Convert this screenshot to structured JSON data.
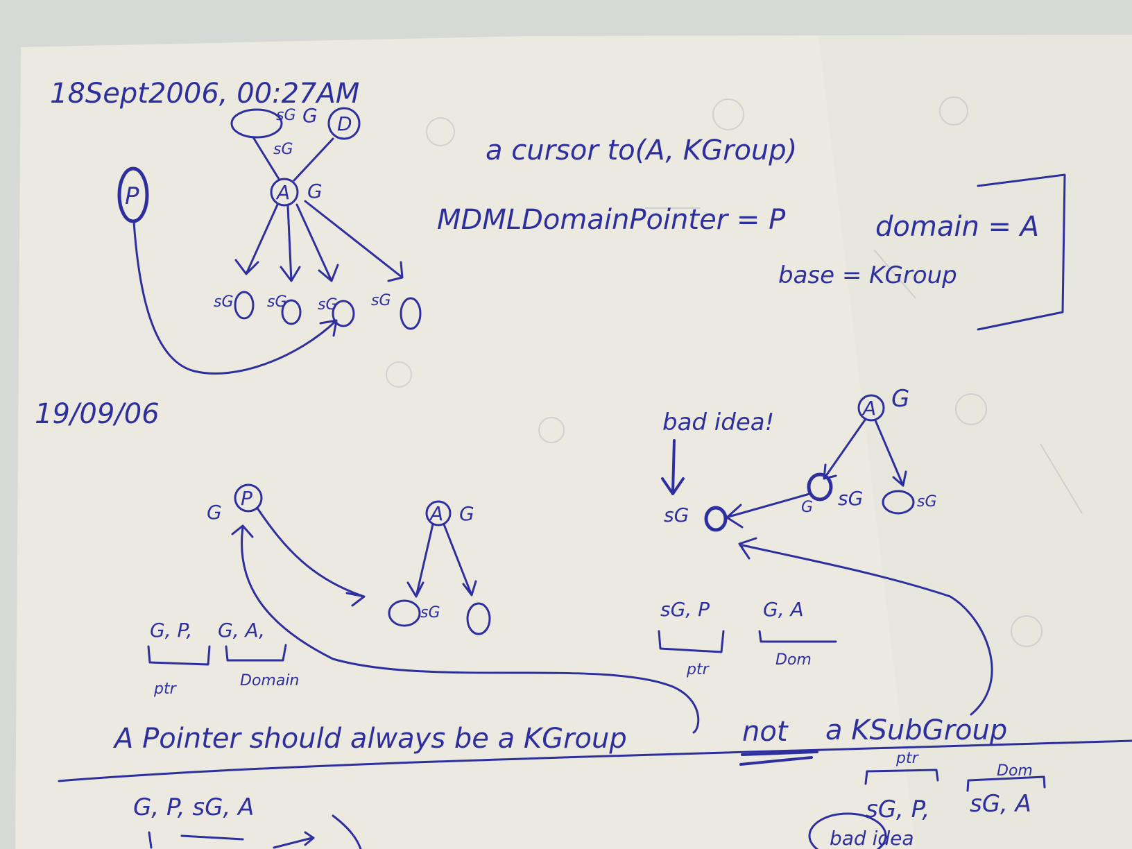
{
  "notes": {
    "date1": "18Sept2006, 00:27AM",
    "date2": "19/09/06",
    "cursor_line": "a cursor to(A, KGroup)",
    "pointer_line": "MDMLDomainPointer = P",
    "domain_line": "domain = A",
    "base_line": "base = KGroup",
    "bad_idea": "bad idea!",
    "pointer_rule": "A Pointer should always be a KGroup",
    "not_word": "not",
    "subgroup_phrase": "a KSubGroup",
    "bad_idea_bottom": "bad idea"
  },
  "diagram_labels": {
    "P": "P",
    "A": "A",
    "D": "D",
    "G": "G",
    "sG": "sG",
    "ptr": "ptr",
    "domain": "Domain",
    "dom": "Dom",
    "gp": "G, P,",
    "ga": "G, A,",
    "sgp": "sG, P",
    "ga2": "G, A",
    "bottom_left": "G, P, sG, A",
    "bottom_sgp": "sG, P,",
    "bottom_sga": "sG, A"
  }
}
